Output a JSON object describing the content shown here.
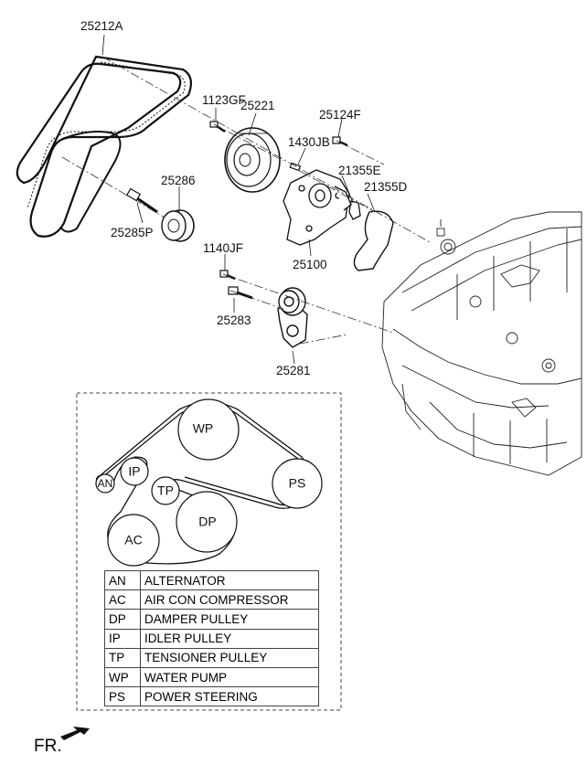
{
  "callouts": {
    "belt": "25212A",
    "bolt_1123gf": "1123GF",
    "pulley_25221": "25221",
    "bolt_25124f": "25124F",
    "dowel_1430jb": "1430JB",
    "gasket_21355e": "21355E",
    "gasket_21355d": "21355D",
    "idler_25286": "25286",
    "bolt_25285p": "25285P",
    "pump_25100": "25100",
    "bolt_1140jf": "1140JF",
    "bolt_25283": "25283",
    "tensioner_25281": "25281"
  },
  "routing": {
    "pulleys": {
      "wp": "WP",
      "ps": "PS",
      "an": "AN",
      "ip": "IP",
      "tp": "TP",
      "dp": "DP",
      "ac": "AC"
    }
  },
  "legend": [
    {
      "code": "AN",
      "name": "ALTERNATOR"
    },
    {
      "code": "AC",
      "name": "AIR CON COMPRESSOR"
    },
    {
      "code": "DP",
      "name": "DAMPER PULLEY"
    },
    {
      "code": "IP",
      "name": "IDLER PULLEY"
    },
    {
      "code": "TP",
      "name": "TENSIONER PULLEY"
    },
    {
      "code": "WP",
      "name": "WATER PUMP"
    },
    {
      "code": "PS",
      "name": "POWER STEERING"
    }
  ],
  "footer": {
    "front_label": "FR."
  },
  "icons": [
    "front-direction-arrow-icon"
  ]
}
